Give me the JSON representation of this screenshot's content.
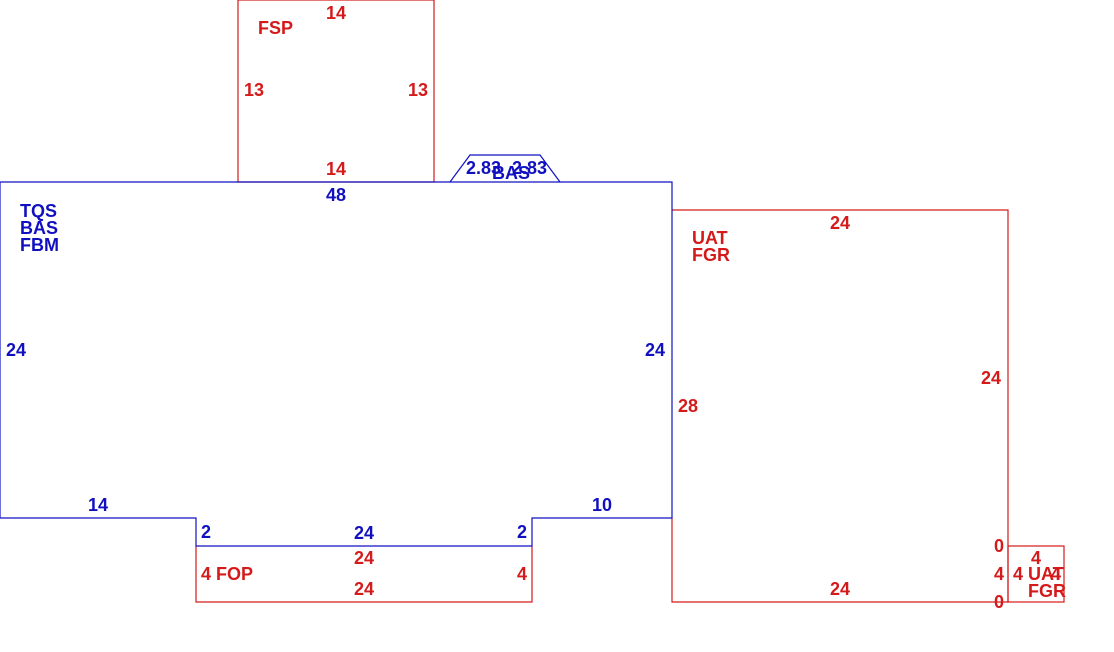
{
  "colors": {
    "blue": "#1010c0",
    "red": "#d41a1a"
  },
  "main_area": {
    "codes": [
      "TQS",
      "BAS",
      "FBM"
    ],
    "top": "48",
    "left": "24",
    "right": "24",
    "bottom_left": "14",
    "bottom_right": "10",
    "notch_left": "2",
    "notch_right": "2",
    "notch_bottom": "24"
  },
  "bay": {
    "left": "2.83",
    "right": "2.83",
    "code": "BAS"
  },
  "fsp": {
    "code": "FSP",
    "top": "14",
    "left": "13",
    "right": "13",
    "bottom": "14"
  },
  "fop": {
    "code": "FOP",
    "top": "24",
    "bottom": "24",
    "left": "4",
    "right": "4"
  },
  "garage": {
    "codes": [
      "UAT",
      "FGR"
    ],
    "top": "24",
    "right": "24",
    "left": "28",
    "bottom": "24"
  },
  "small_area": {
    "codes": [
      "UAT",
      "FGR"
    ],
    "top": "4",
    "left": "4",
    "right": "4",
    "zero_top": "0",
    "zero_bottom": "0",
    "left_outside": "4"
  }
}
